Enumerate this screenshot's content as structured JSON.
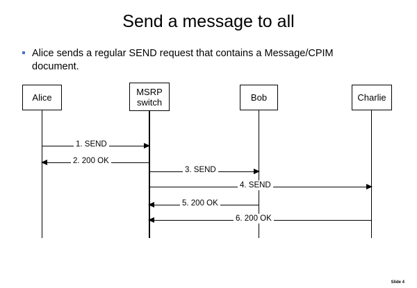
{
  "slide": {
    "title": "Send a message to all",
    "bullets": [
      {
        "marker": "square-bullet",
        "text": "Alice sends a regular SEND request that contains a Message/CPIM document."
      }
    ],
    "footer": {
      "slide_number": "Slide 4"
    }
  },
  "diagram": {
    "type": "sequence-diagram",
    "actors": [
      {
        "id": "alice",
        "label": "Alice"
      },
      {
        "id": "msrp",
        "label": "MSRP\nswitch"
      },
      {
        "id": "bob",
        "label": "Bob"
      },
      {
        "id": "charlie",
        "label": "Charlie"
      }
    ],
    "messages": [
      {
        "n": 1,
        "label": "1. SEND",
        "from": "alice",
        "to": "msrp",
        "direction": "right"
      },
      {
        "n": 2,
        "label": "2. 200 OK",
        "from": "msrp",
        "to": "alice",
        "direction": "left"
      },
      {
        "n": 3,
        "label": "3. SEND",
        "from": "msrp",
        "to": "bob",
        "direction": "right"
      },
      {
        "n": 4,
        "label": "4. SEND",
        "from": "msrp",
        "to": "charlie",
        "direction": "right"
      },
      {
        "n": 5,
        "label": "5. 200 OK",
        "from": "bob",
        "to": "msrp",
        "direction": "left"
      },
      {
        "n": 6,
        "label": "6. 200 OK",
        "from": "charlie",
        "to": "msrp",
        "direction": "left"
      }
    ]
  },
  "colors": {
    "background": "#ffffff",
    "ink": "#000000",
    "bullet": "#4a6fd0"
  }
}
